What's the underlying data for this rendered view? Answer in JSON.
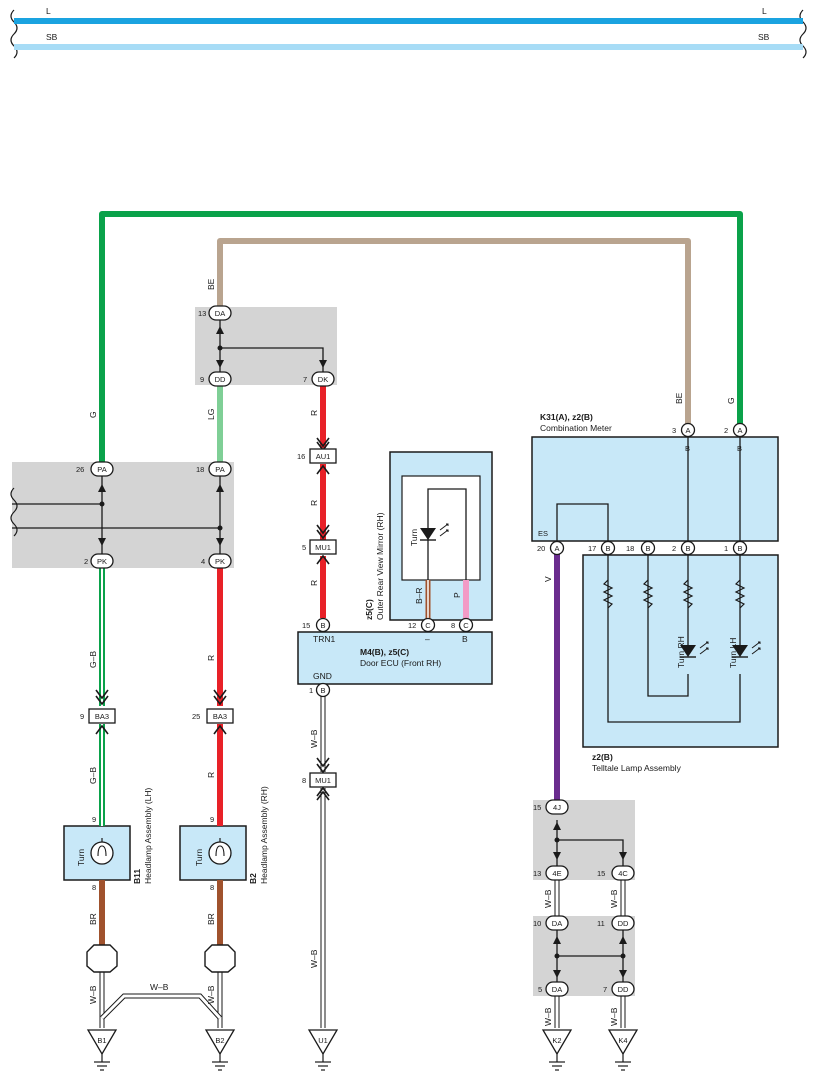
{
  "colors": {
    "L": "#1aa3e0",
    "SB": "#a7dcf6",
    "G": "#0aa24a",
    "BE": "#b9a48f",
    "LG": "#7fcf96",
    "R": "#e82128",
    "V": "#6a2c8e",
    "BR": "#a0522d",
    "P": "#f29ac6",
    "WB": "#ffffff",
    "module_fill": "#c8e8f8",
    "junction_fill": "#d4d4d4"
  },
  "top_bus": {
    "left": [
      "L",
      "SB"
    ],
    "right": [
      "L",
      "SB"
    ]
  },
  "wire_labels": {
    "g_upper": "G",
    "g_meter": "G",
    "be_upper": "BE",
    "be_meter": "BE",
    "lg": "LG",
    "r_dk": "R",
    "r_au": "R",
    "r_mu": "R",
    "r_pk4": "R",
    "r_lamp_rh": "R",
    "gb_pk2": "G–B",
    "gb_lamp_lh": "G–B",
    "br_lh": "BR",
    "br_rh": "BR",
    "wb_b1": "W–B",
    "wb_b2": "W–B",
    "wb_between": "W–B",
    "wb_mu": "W–B",
    "wb_u1": "W–B",
    "v": "V",
    "wb_4e": "W–B",
    "wb_da": "W–B",
    "wb_dd": "W–B",
    "wb_k2": "W–B",
    "wb_k4": "W–B",
    "br_mirror": "B–R",
    "p_mirror": "P"
  },
  "junctions": {
    "j_da_top": "DA",
    "j_dd_top": "DD",
    "j_dk": "DK",
    "j_pa_lh": "PA",
    "j_pa_rh": "PA",
    "j_pk_lh": "PK",
    "j_pk_rh": "PK",
    "j_4j": "4J",
    "j_4e": "4E",
    "j_4c": "4C",
    "j_da_low1": "DA",
    "j_dd_low1": "DD",
    "j_da_low2": "DA",
    "j_dd_low2": "DD"
  },
  "pins": {
    "p13": "13",
    "p9a": "9",
    "p7": "7",
    "p26": "26",
    "p18": "18",
    "p2a": "2",
    "p4": "4",
    "p16": "16",
    "p5": "5",
    "p15": "15",
    "p1a": "1",
    "p8a": "8",
    "p12": "12",
    "p8b": "8",
    "p9b": "9",
    "p25": "25",
    "p9c": "9",
    "p9d": "9",
    "p8c": "8",
    "p8d": "8",
    "p3": "3",
    "p2b": "2",
    "p20": "20",
    "p17": "17",
    "p18b": "18",
    "p2c": "2",
    "p1b": "1",
    "p15b": "15",
    "p13b": "13",
    "p15c": "15",
    "p10": "10",
    "p11": "11",
    "p5b": "5",
    "p7b": "7"
  },
  "connectors": {
    "au1": "AU1",
    "mu1_a": "MU1",
    "mu1_b": "MU1",
    "ba3_a": "BA3",
    "ba3_b": "BA3",
    "sock_a": "A",
    "sock_b": "A",
    "sock_es": "A",
    "sock_17": "B",
    "sock_18": "B",
    "sock_2": "B",
    "sock_1": "B",
    "sock_15": "B",
    "sock_1b": "B",
    "sock_12": "C",
    "sock_8": "C"
  },
  "meter": {
    "code": "K31(A), z2(B)",
    "name": "Combination Meter",
    "col_b1": "B",
    "col_b2": "B",
    "es": "ES"
  },
  "door_ecu": {
    "code": "M4(B), z5(C)",
    "name": "Door ECU (Front RH)",
    "trn1": "TRN1",
    "gnd": "GND",
    "minus": "–",
    "b": "B"
  },
  "mirror": {
    "code": "z5(C)",
    "name": "Outer Rear View Mirror (RH)",
    "turn": "Turn"
  },
  "telltale": {
    "code": "z2(B)",
    "name": "Telltale Lamp Assembly",
    "turn_rh": "Turn RH",
    "turn_lh": "Turn LH"
  },
  "headlamp_lh": {
    "code": "B11",
    "name": "Headlamp Assembly (LH)",
    "turn": "Turn"
  },
  "headlamp_rh": {
    "code": "B2",
    "name": "Headlamp Assembly (RH)",
    "turn": "Turn"
  },
  "grounds": {
    "b1": "B1",
    "b2": "B2",
    "u1": "U1",
    "k2": "K2",
    "k4": "K4"
  }
}
